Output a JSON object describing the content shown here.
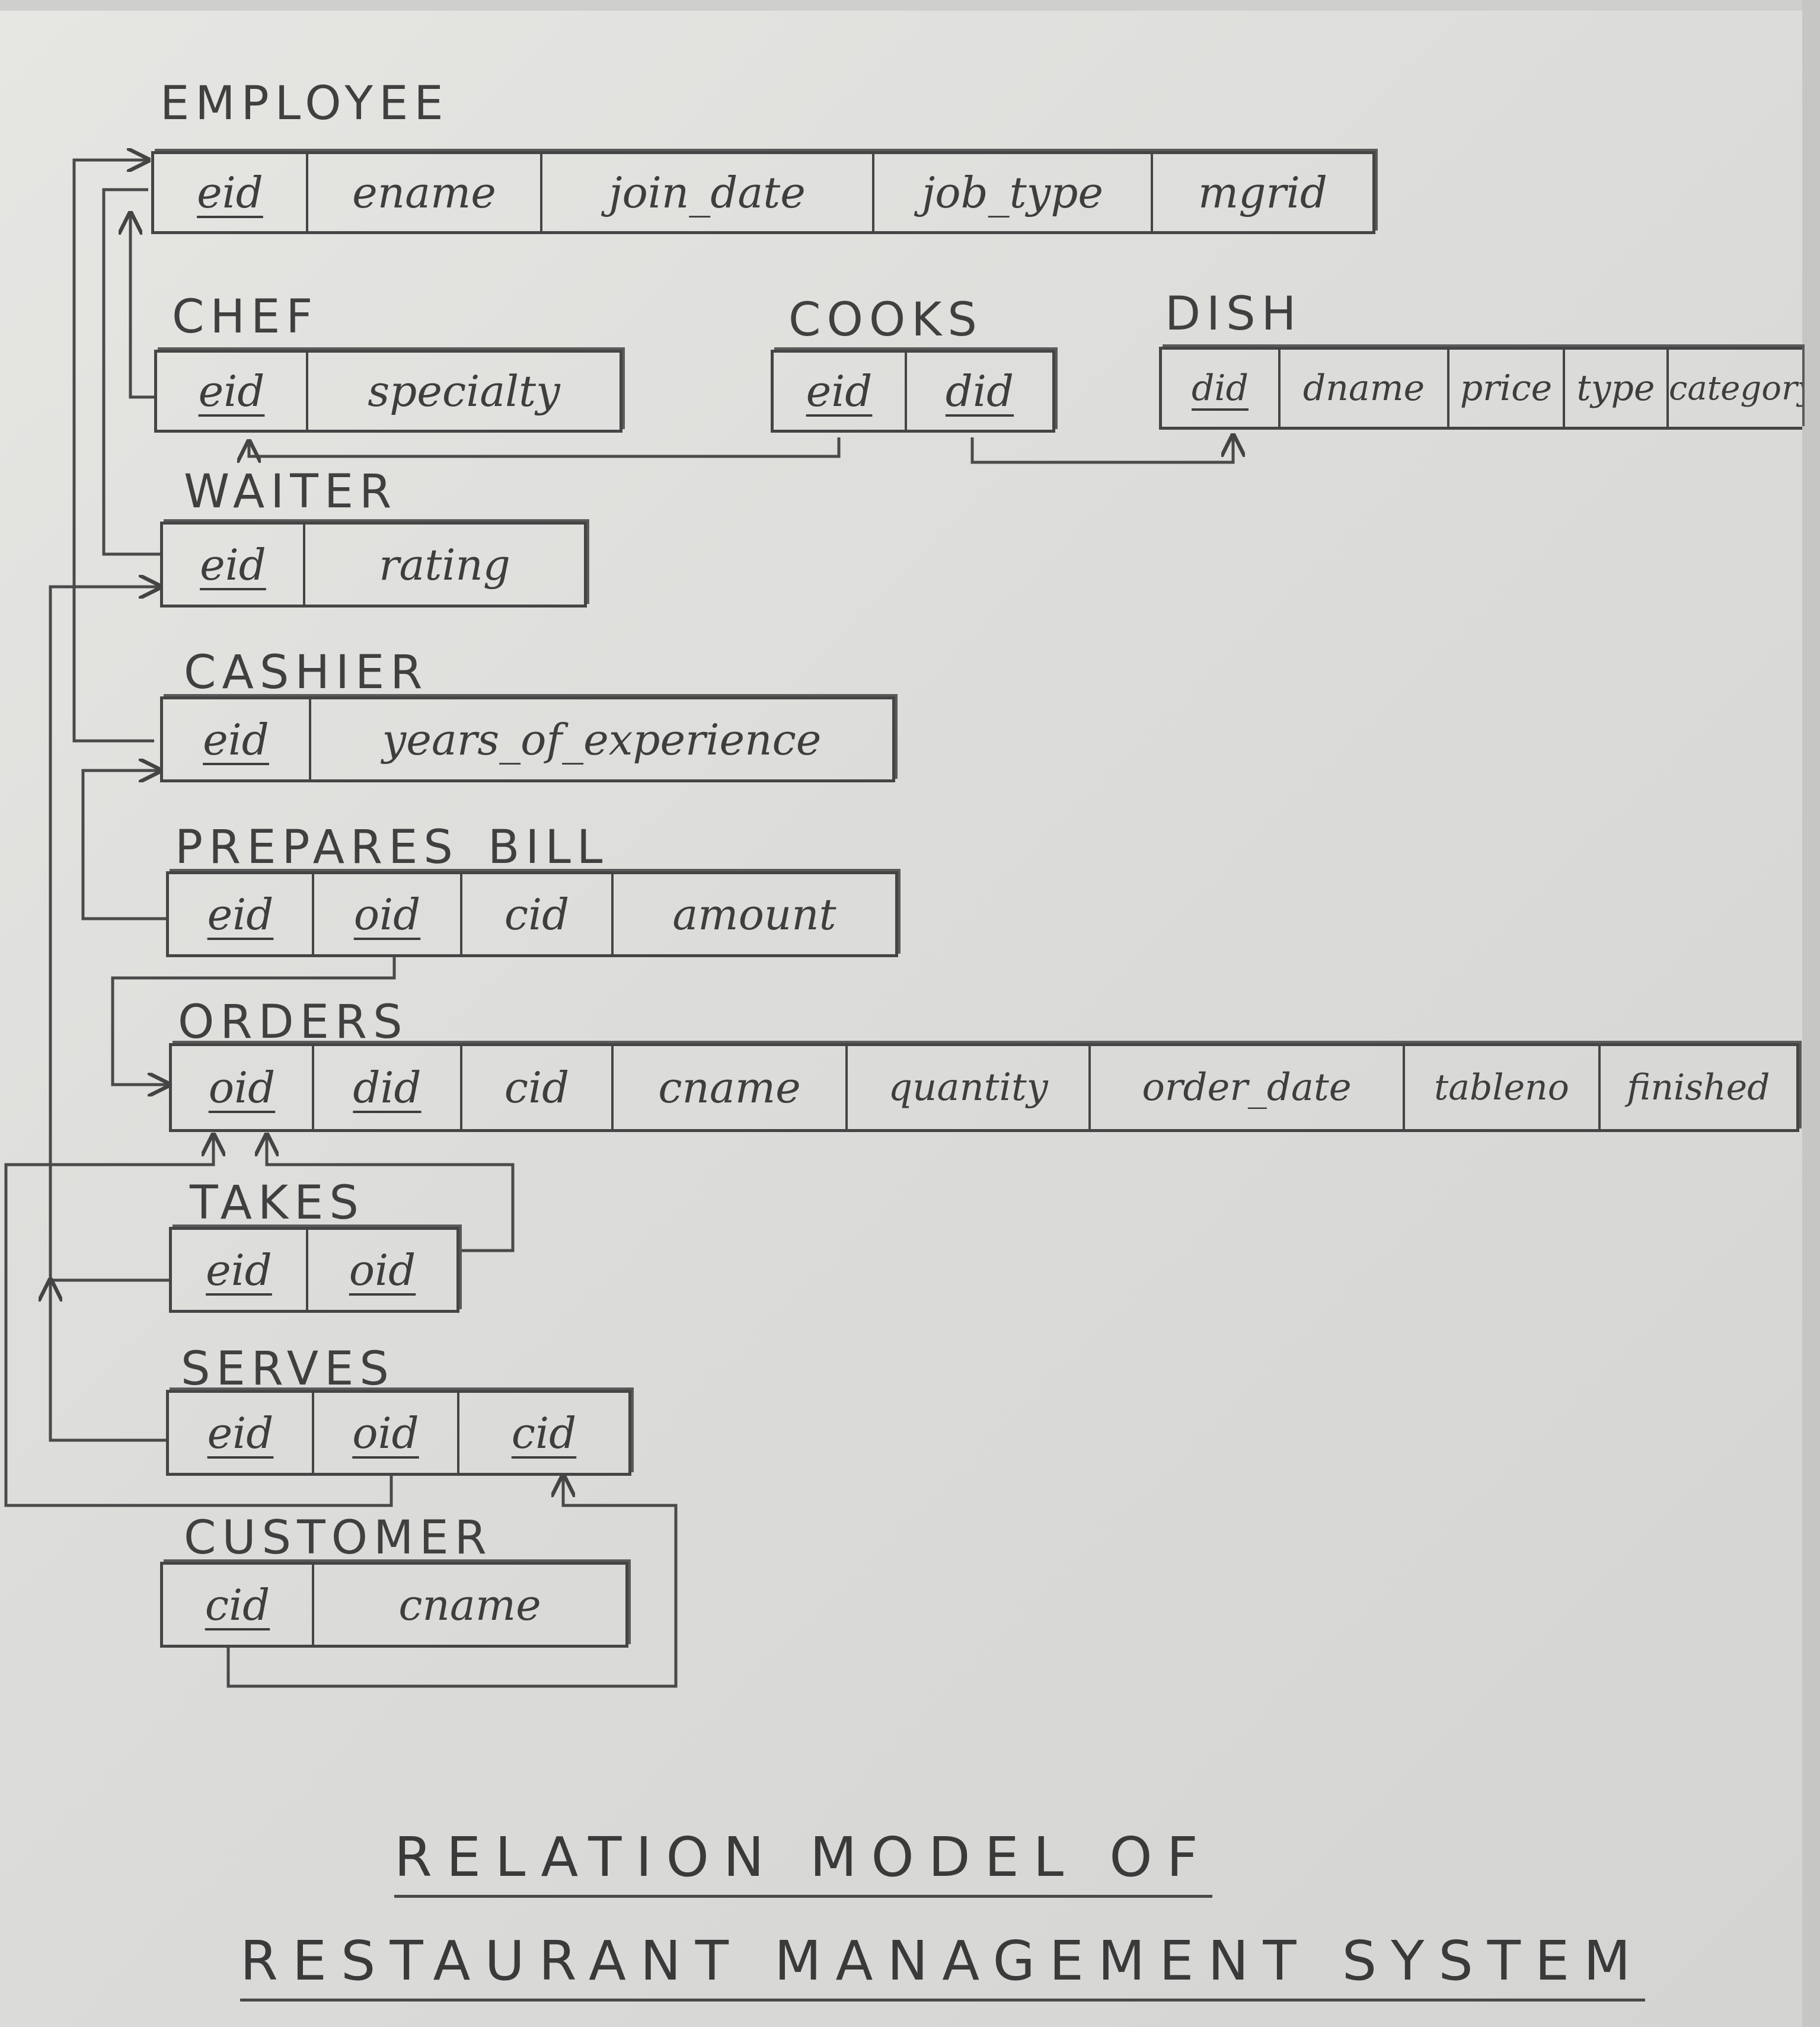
{
  "relations": {
    "employee": {
      "name": "EMPLOYEE",
      "attrs": [
        "eid",
        "ename",
        "join_date",
        "job_type",
        "mgrid"
      ]
    },
    "chef": {
      "name": "CHEF",
      "attrs": [
        "eid",
        "specialty"
      ]
    },
    "cooks": {
      "name": "COOKS",
      "attrs": [
        "eid",
        "did"
      ]
    },
    "dish": {
      "name": "DISH",
      "attrs": [
        "did",
        "dname",
        "price",
        "type",
        "category"
      ]
    },
    "waiter": {
      "name": "WAITER",
      "attrs": [
        "eid",
        "rating"
      ]
    },
    "cashier": {
      "name": "CASHIER",
      "attrs": [
        "eid",
        "years_of_experience"
      ]
    },
    "prepares_bill": {
      "name": "PREPARES_BILL",
      "attrs": [
        "eid",
        "oid",
        "cid",
        "amount"
      ]
    },
    "orders": {
      "name": "ORDERS",
      "attrs": [
        "oid",
        "did",
        "cid",
        "cname",
        "quantity",
        "order_date",
        "tableno",
        "finished"
      ]
    },
    "takes": {
      "name": "TAKES",
      "attrs": [
        "eid",
        "oid"
      ]
    },
    "serves": {
      "name": "SERVES",
      "attrs": [
        "eid",
        "oid",
        "cid"
      ]
    },
    "customer": {
      "name": "CUSTOMER",
      "attrs": [
        "cid",
        "cname"
      ]
    }
  },
  "caption": {
    "line1": "RELATION MODEL OF",
    "line2": "RESTAURANT MANAGEMENT SYSTEM"
  }
}
